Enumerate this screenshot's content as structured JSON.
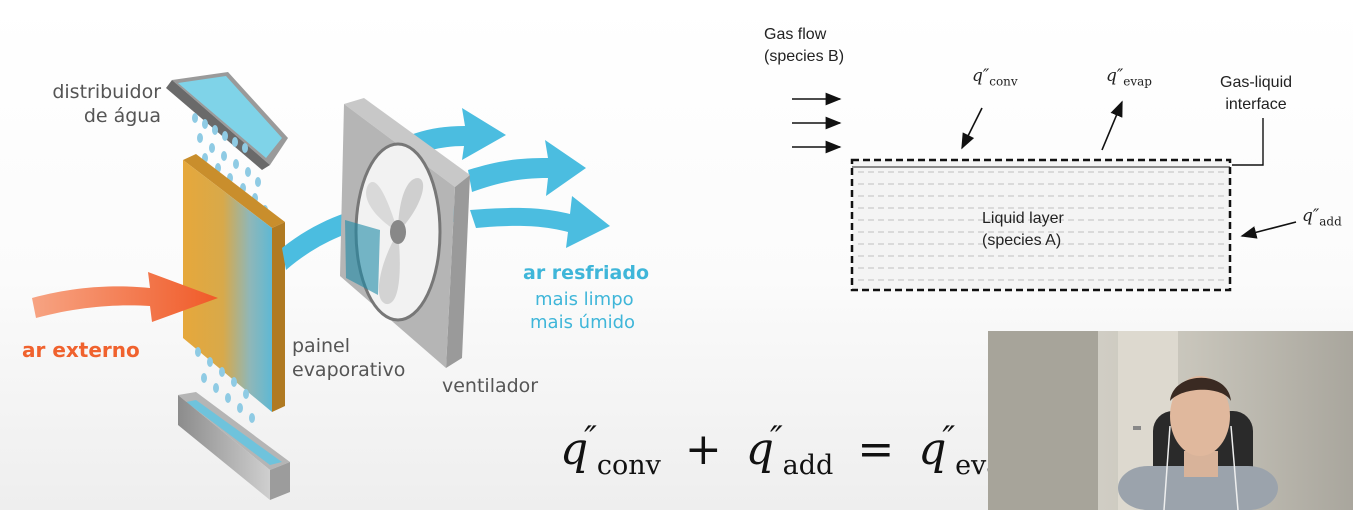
{
  "cooler": {
    "water_distributor": "distribuidor\nde água",
    "pad": "painel\nevaporativo",
    "fan": "ventilador",
    "outside_air": "ar externo",
    "cooled_air": "ar resfriado",
    "cleaner": "mais limpo",
    "more_humid": "mais úmido"
  },
  "schematic": {
    "gas_flow": "Gas flow\n(species B)",
    "q_conv": "q″",
    "q_conv_sub": "conv",
    "q_evap": "q″",
    "q_evap_sub": "evap",
    "q_add": "q″",
    "q_add_sub": "add",
    "interface": "Gas-liquid\ninterface",
    "liquid": "Liquid layer\n(species A)"
  },
  "equation": {
    "q": "q",
    "conv": "conv",
    "plus": "+",
    "add": "add",
    "equals": "=",
    "evap": "evap",
    "prime": "″"
  },
  "colors": {
    "orange": "#f0622e",
    "cyan": "#3fb6d9",
    "pad": "#e0a73a",
    "metal": "#a8a8a8"
  }
}
